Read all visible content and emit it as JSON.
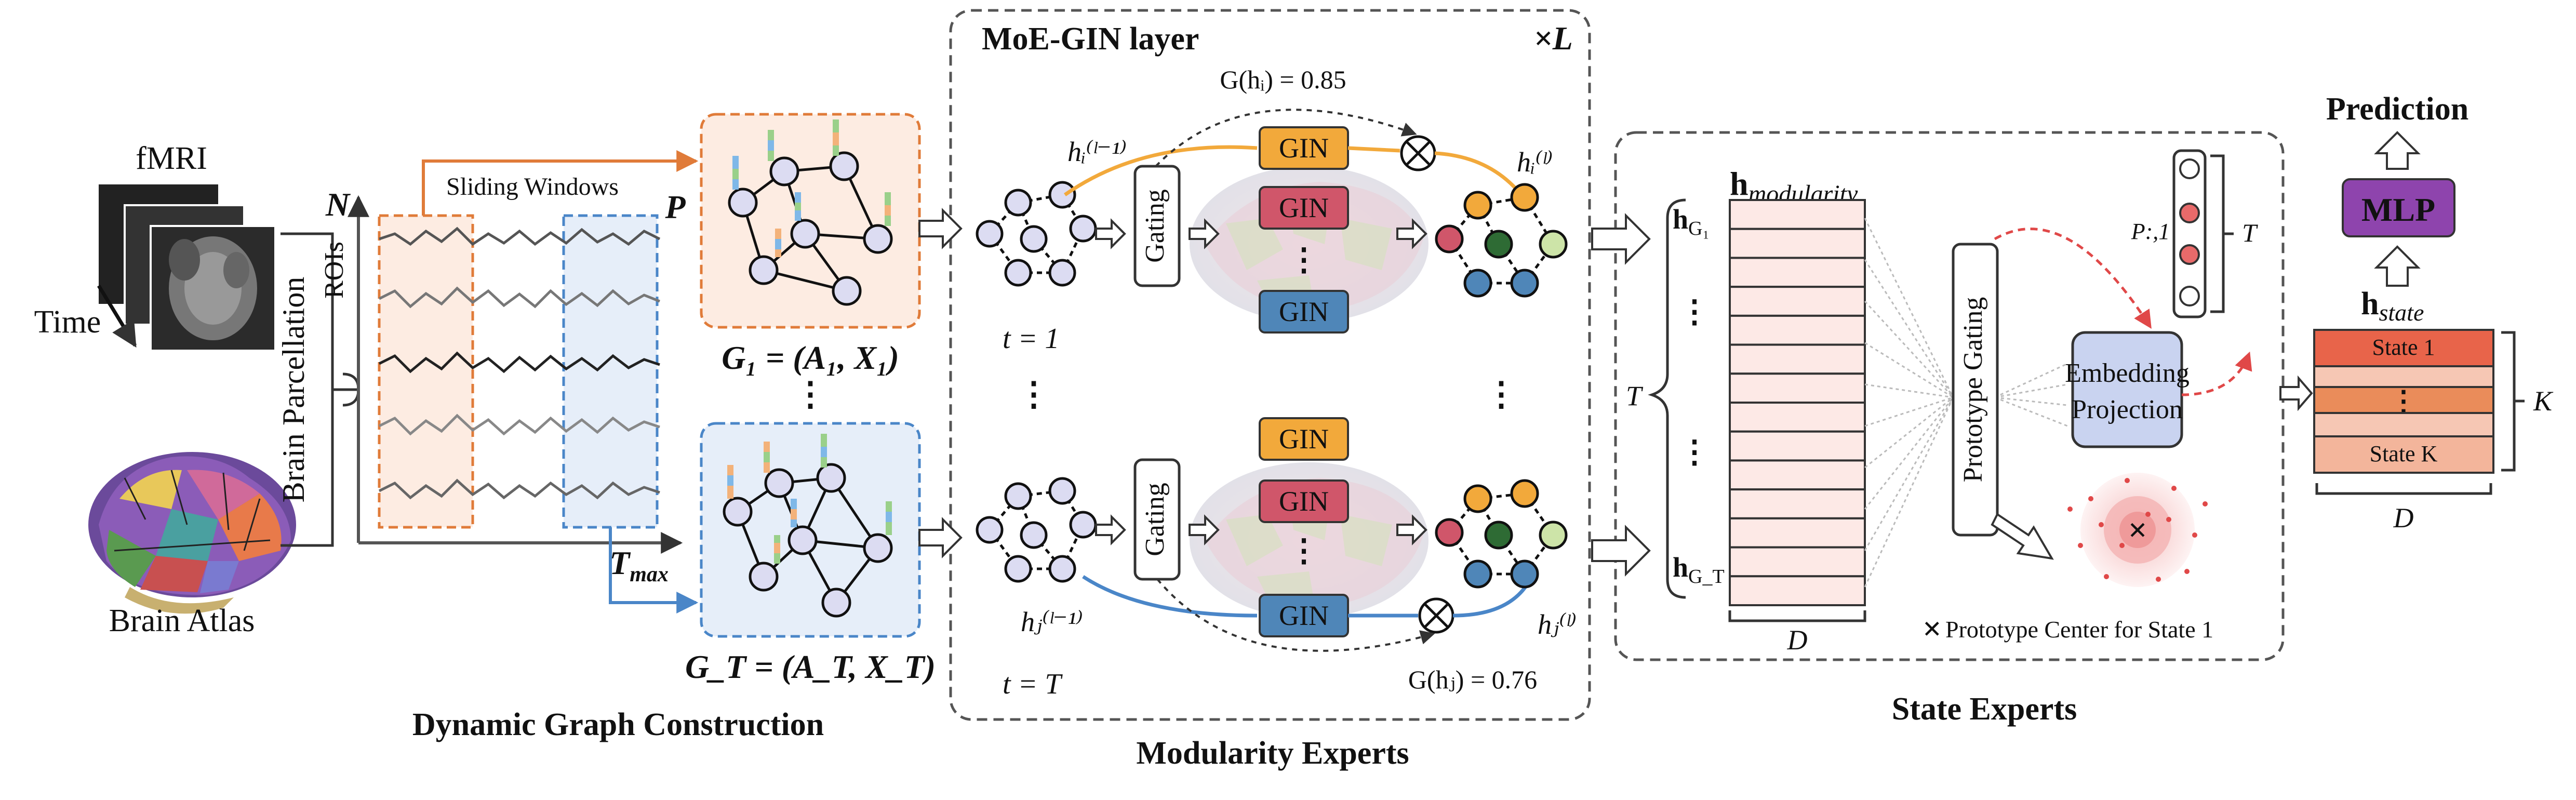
{
  "inputs": {
    "fmri_label": "fMRI",
    "time_label": "Time",
    "atlas_label": "Brain Atlas",
    "parcellation_label": "Brain Parcellation"
  },
  "dgc": {
    "sliding_windows_label": "Sliding Windows",
    "n_label": "N",
    "p_label": "P",
    "rois_label": "ROIs",
    "tmax_label": "T",
    "tmax_sub": "max",
    "g1_label": "G₁ = (A₁, X₁)",
    "gt_label": "G_T = (A_T, X_T)",
    "title": "Dynamic Graph Construction"
  },
  "moe": {
    "layer_label": "MoE-GIN layer",
    "repeat_label": "×L",
    "gate_top": "G(hᵢ) = 0.85",
    "gate_bottom": "G(hⱼ) = 0.76",
    "gating_label": "Gating",
    "gin_label": "GIN",
    "t1_label": "t = 1",
    "tT_label": "t = T",
    "hi_prev": "hᵢ⁽ˡ⁻¹⁾",
    "hi_next": "hᵢ⁽ˡ⁾",
    "hj_prev": "hⱼ⁽ˡ⁻¹⁾",
    "hj_next": "hⱼ⁽ˡ⁾",
    "title": "Modularity Experts"
  },
  "state": {
    "h_modularity": "h",
    "h_modularity_sub": "modularity",
    "hg1": "h",
    "hg1_sub": "G₁",
    "hgT": "h",
    "hgT_sub": "G_T",
    "t_label": "T",
    "d_label": "D",
    "prototype_gating": "Prototype Gating",
    "embed_line1": "Embedding",
    "embed_line2": "Projection",
    "p_col_label": "P:,1",
    "p_t_label": "T",
    "prototype_legend": "Prototype Center for State 1",
    "title": "State Experts"
  },
  "output": {
    "prediction": "Prediction",
    "mlp": "MLP",
    "h_state": "h",
    "h_state_sub": "state",
    "state1": "State 1",
    "stateK": "State K",
    "k_label": "K",
    "d_label": "D"
  },
  "colors": {
    "orange": "#e07b39",
    "blue": "#4a86c8",
    "gin_orange": "#f2a93b",
    "gin_red": "#d0566a",
    "gin_blue": "#4f86b8",
    "node_lavender": "#dcdcf2",
    "embed_fill": "#c9d3f0",
    "mlp_fill": "#8e44ad"
  }
}
